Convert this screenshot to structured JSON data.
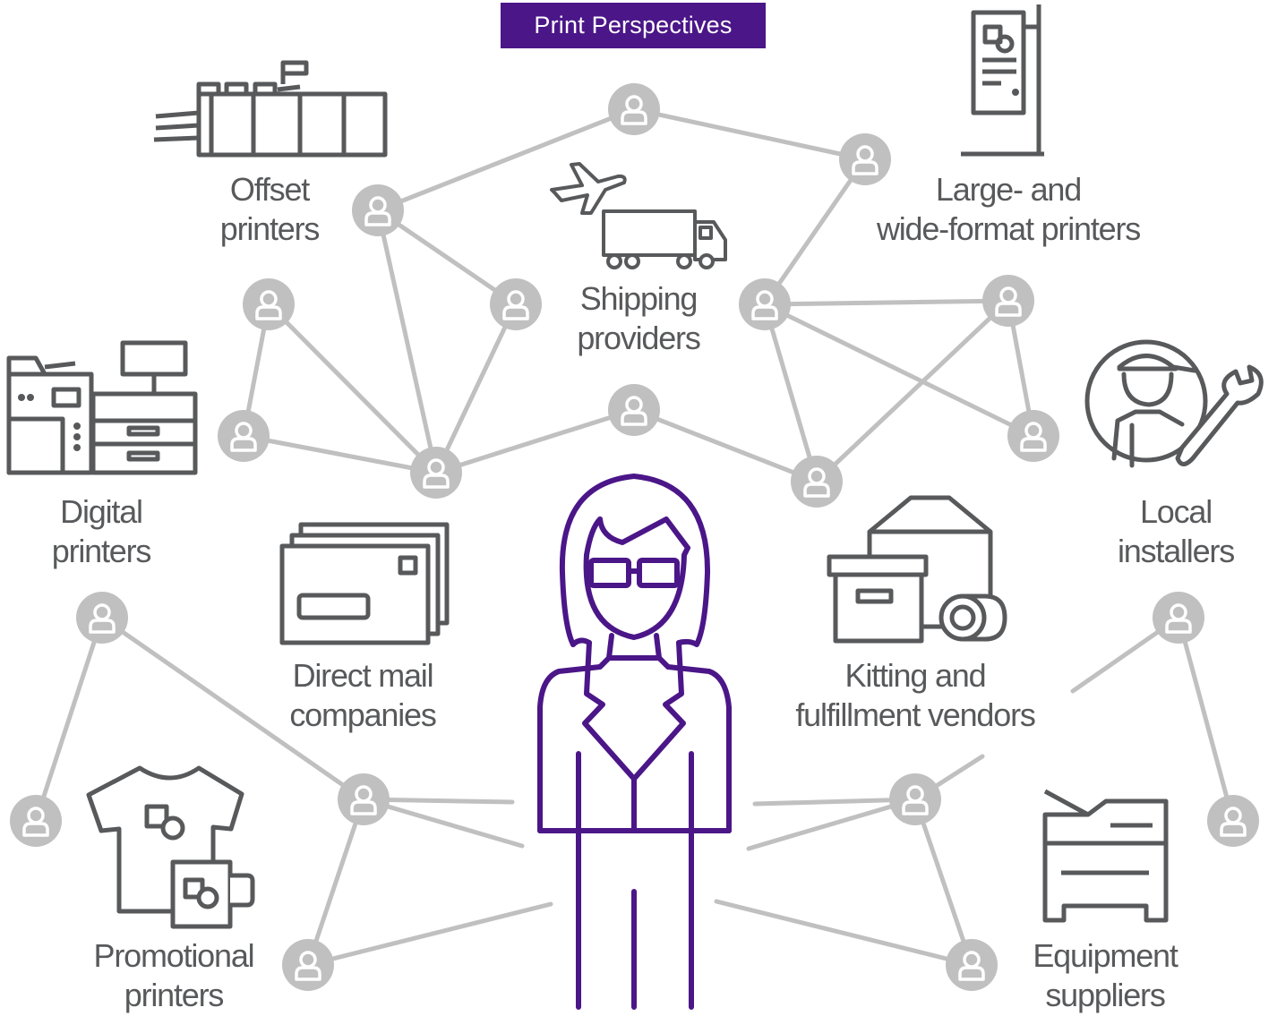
{
  "banner": {
    "title": "Print Perspectives"
  },
  "colors": {
    "accent": "#4b1688",
    "corner": "#ee7a13",
    "icon_gray": "#58595b",
    "network_gray": "#c0c0c0"
  },
  "center_figure": {
    "icon": "businesswoman-icon"
  },
  "categories": [
    {
      "id": "offset",
      "icon": "offset-press-icon",
      "lines": [
        "Offset",
        "printers"
      ]
    },
    {
      "id": "shipping",
      "icon": "airplane-truck-icon",
      "lines": [
        "Shipping",
        "providers"
      ]
    },
    {
      "id": "large-format",
      "icon": "banner-stand-icon",
      "lines": [
        "Large- and",
        "wide-format printers"
      ]
    },
    {
      "id": "digital",
      "icon": "digital-press-icon",
      "lines": [
        "Digital",
        "printers"
      ]
    },
    {
      "id": "local-installers",
      "icon": "installer-wrench-icon",
      "lines": [
        "Local",
        "installers"
      ]
    },
    {
      "id": "direct-mail",
      "icon": "envelopes-icon",
      "lines": [
        "Direct mail",
        "companies"
      ]
    },
    {
      "id": "kitting",
      "icon": "box-tape-icon",
      "lines": [
        "Kitting and",
        "fulfillment vendors"
      ]
    },
    {
      "id": "promotional",
      "icon": "tshirt-mug-icon",
      "lines": [
        "Promotional",
        "printers"
      ]
    },
    {
      "id": "equipment",
      "icon": "copier-icon",
      "lines": [
        "Equipment",
        "suppliers"
      ]
    }
  ],
  "network": {
    "node_icon": "person-node-icon"
  }
}
